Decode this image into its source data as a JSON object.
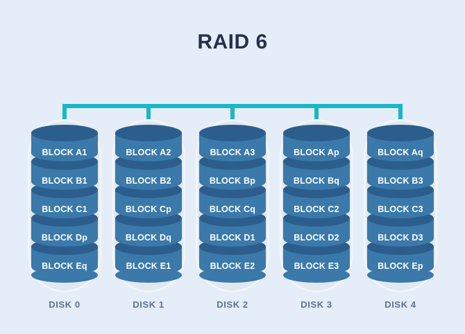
{
  "title": "RAID 6",
  "disks": [
    {
      "label": "DISK 0",
      "blocks": [
        "BLOCK A1",
        "BLOCK B1",
        "BLOCK C1",
        "BLOCK Dp",
        "BLOCK Eq"
      ]
    },
    {
      "label": "DISK 1",
      "blocks": [
        "BLOCK A2",
        "BLOCK B2",
        "BLOCK Cp",
        "BLOCK Dq",
        "BLOCK E1"
      ]
    },
    {
      "label": "DISK 2",
      "blocks": [
        "BLOCK A3",
        "BLOCK Bp",
        "BLOCK Cq",
        "BLOCK D1",
        "BLOCK E2"
      ]
    },
    {
      "label": "DISK 3",
      "blocks": [
        "BLOCK Ap",
        "BLOCK Bq",
        "BLOCK C2",
        "BLOCK D2",
        "BLOCK E3"
      ]
    },
    {
      "label": "DISK 4",
      "blocks": [
        "BLOCK Aq",
        "BLOCK B3",
        "BLOCK C3",
        "BLOCK D3",
        "BLOCK Ep"
      ]
    }
  ],
  "colors": {
    "background": "#e4edf8",
    "capsule": "#e2e8f1",
    "cylinder_body": "#3a79aa",
    "cylinder_top": "#2b5e8c",
    "connector": "#18b7c9",
    "title_text": "#272f4d",
    "disk_label_text": "#5b7491",
    "block_text": "#ffffff"
  }
}
